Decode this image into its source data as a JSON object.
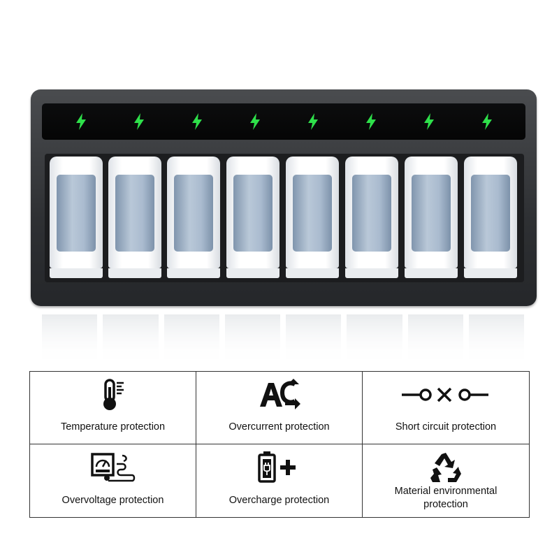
{
  "colors": {
    "led_green": "#2ee04a",
    "charger_body": "#2e3033",
    "cell_wrap": "#aabbcf"
  },
  "charger": {
    "slots": 8,
    "led_icon": "lightning-bolt-icon"
  },
  "features": [
    {
      "icon": "thermometer-icon",
      "label": "Temperature protection"
    },
    {
      "icon": "ac-arrows-icon",
      "label": "Overcurrent protection"
    },
    {
      "icon": "short-circuit-icon",
      "label": "Short circuit protection"
    },
    {
      "icon": "voltage-meter-icon",
      "label": "Overvoltage protection"
    },
    {
      "icon": "battery-plus-icon",
      "label": "Overcharge protection"
    },
    {
      "icon": "recycle-icon",
      "label": "Material environmental protection"
    }
  ]
}
